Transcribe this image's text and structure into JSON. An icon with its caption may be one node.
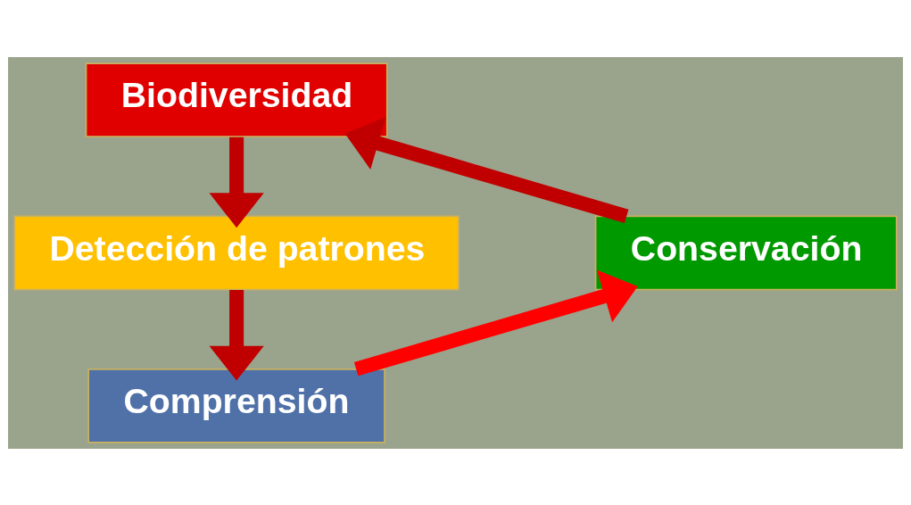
{
  "diagram": {
    "nodes": [
      {
        "text": [
          "Biodiversidad"
        ]
      },
      {
        "text": [
          "Detección de patrones"
        ]
      },
      {
        "text": [
          "Comprensión"
        ]
      },
      {
        "text": [
          "Conservación"
        ]
      }
    ],
    "edges": [
      {
        "from": 0,
        "to": 1,
        "arrow": "to"
      },
      {
        "from": 1,
        "to": 2,
        "arrow": "to"
      },
      {
        "from": 2,
        "to": 3,
        "arrow": "to",
        "color": "#ff0000"
      },
      {
        "from": 3,
        "to": 0,
        "arrow": "to"
      }
    ]
  }
}
